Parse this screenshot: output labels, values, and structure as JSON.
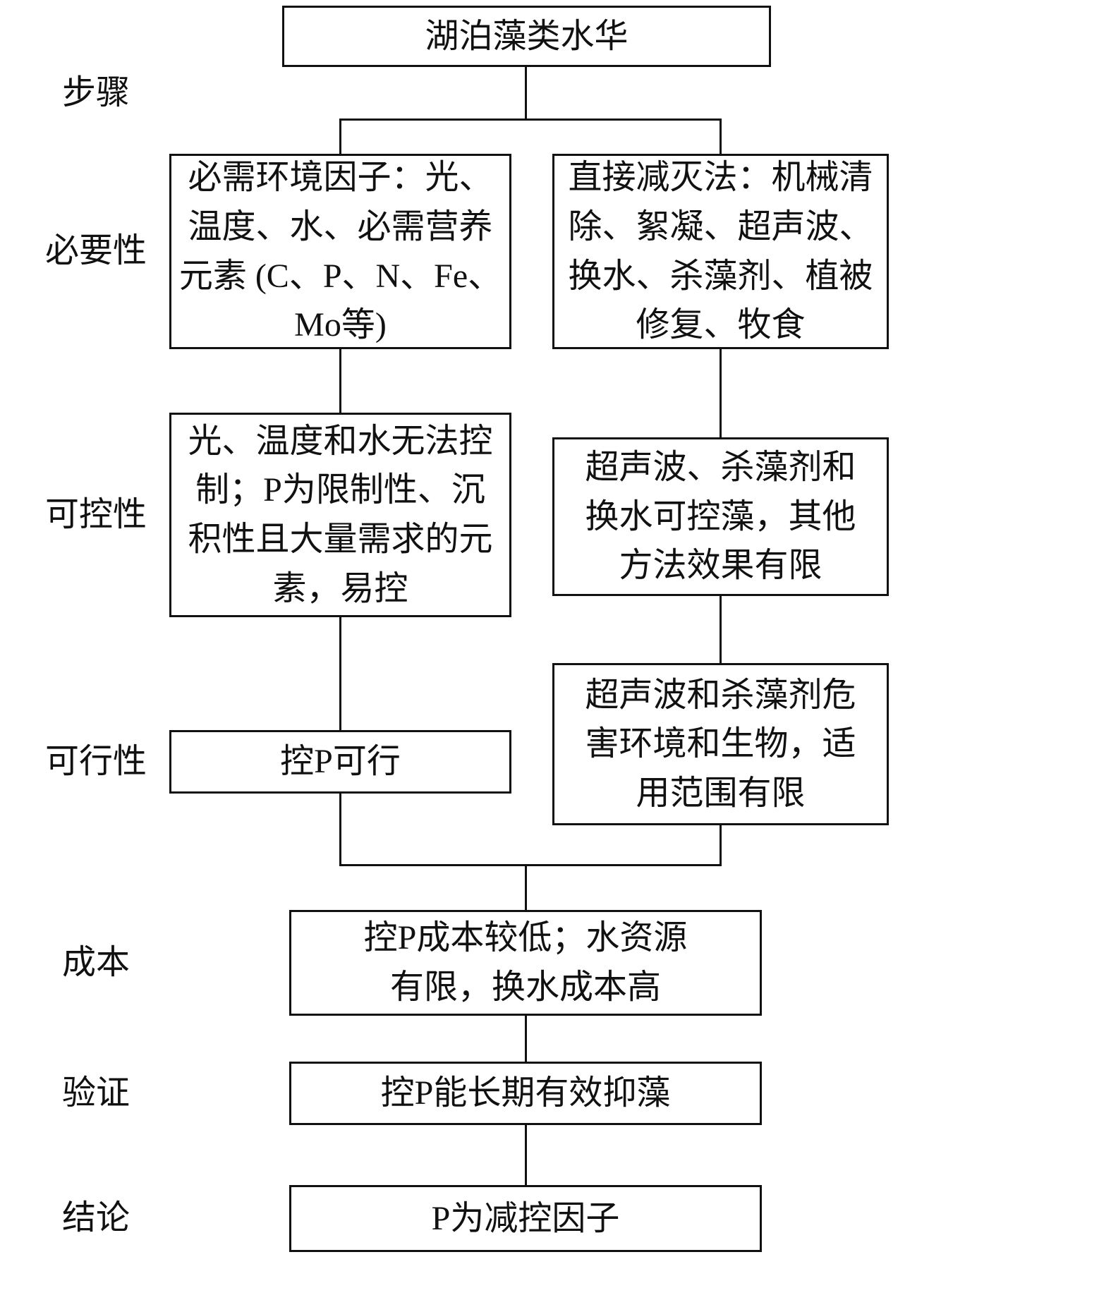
{
  "diagram": {
    "type": "flowchart",
    "colors": {
      "background": "#ffffff",
      "line": "#111111",
      "text": "#111111"
    },
    "row_labels": {
      "steps": "步骤",
      "necessity": "必要性",
      "controllability": "可控性",
      "feasibility": "可行性",
      "cost": "成本",
      "verification": "验证",
      "conclusion": "结论"
    },
    "boxes": {
      "root": "湖泊藻类水华",
      "necessity_left": "必需环境因子：光、\n温度、水、必需营养\n元素 (C、P、N、Fe、\nMo等)",
      "necessity_right": "直接减灭法：机械清\n除、絮凝、超声波、\n换水、杀藻剂、植被\n修复、牧食",
      "controllability_left": "光、温度和水无法控\n制；P为限制性、沉\n积性且大量需求的元\n素，易控",
      "controllability_right": "超声波、杀藻剂和\n换水可控藻，其他\n方法效果有限",
      "feasibility_left": "控P可行",
      "feasibility_right": "超声波和杀藻剂危\n害环境和生物，适\n用范围有限",
      "cost": "控P成本较低；水资源\n有限，换水成本高",
      "verification": "控P能长期有效抑藻",
      "conclusion": "P为减控因子"
    },
    "edges": [
      {
        "from": "root",
        "to": "necessity_left"
      },
      {
        "from": "root",
        "to": "necessity_right"
      },
      {
        "from": "necessity_left",
        "to": "controllability_left"
      },
      {
        "from": "necessity_right",
        "to": "controllability_right"
      },
      {
        "from": "controllability_left",
        "to": "feasibility_left"
      },
      {
        "from": "controllability_right",
        "to": "feasibility_right"
      },
      {
        "from": "feasibility_left",
        "to": "cost"
      },
      {
        "from": "feasibility_right",
        "to": "cost"
      },
      {
        "from": "cost",
        "to": "verification"
      },
      {
        "from": "verification",
        "to": "conclusion"
      }
    ]
  }
}
